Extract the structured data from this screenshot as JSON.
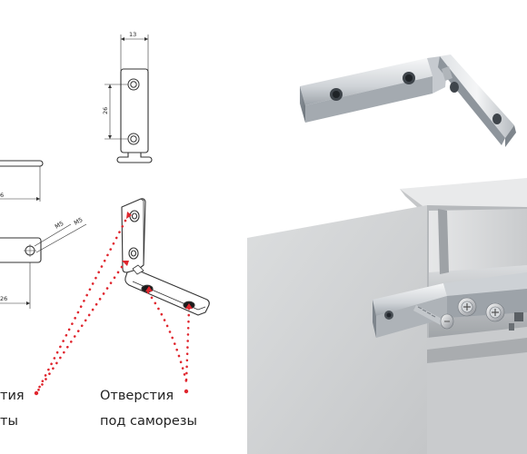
{
  "dimensions": {
    "top_width": "13",
    "hole_spacing": "26",
    "hole_left": "M5",
    "hole_right": "M5",
    "left_partial_top": "6",
    "left_partial_bottom": "26"
  },
  "callouts": {
    "left_line1": "тия",
    "left_line2": "ты",
    "right_line1": "Отверстия",
    "right_line2": "под саморезы"
  },
  "colors": {
    "dimension_line": "#333333",
    "marker_red": "#e0262e",
    "steel_light": "#e9ecef",
    "steel_mid": "#b9bec4",
    "steel_dark": "#7d848c",
    "panel_light": "#d2d4d6",
    "panel_dark": "#a3a6a9"
  },
  "icons": {
    "arrow": "red-arrow-icon",
    "hole": "screw-hole-icon"
  }
}
